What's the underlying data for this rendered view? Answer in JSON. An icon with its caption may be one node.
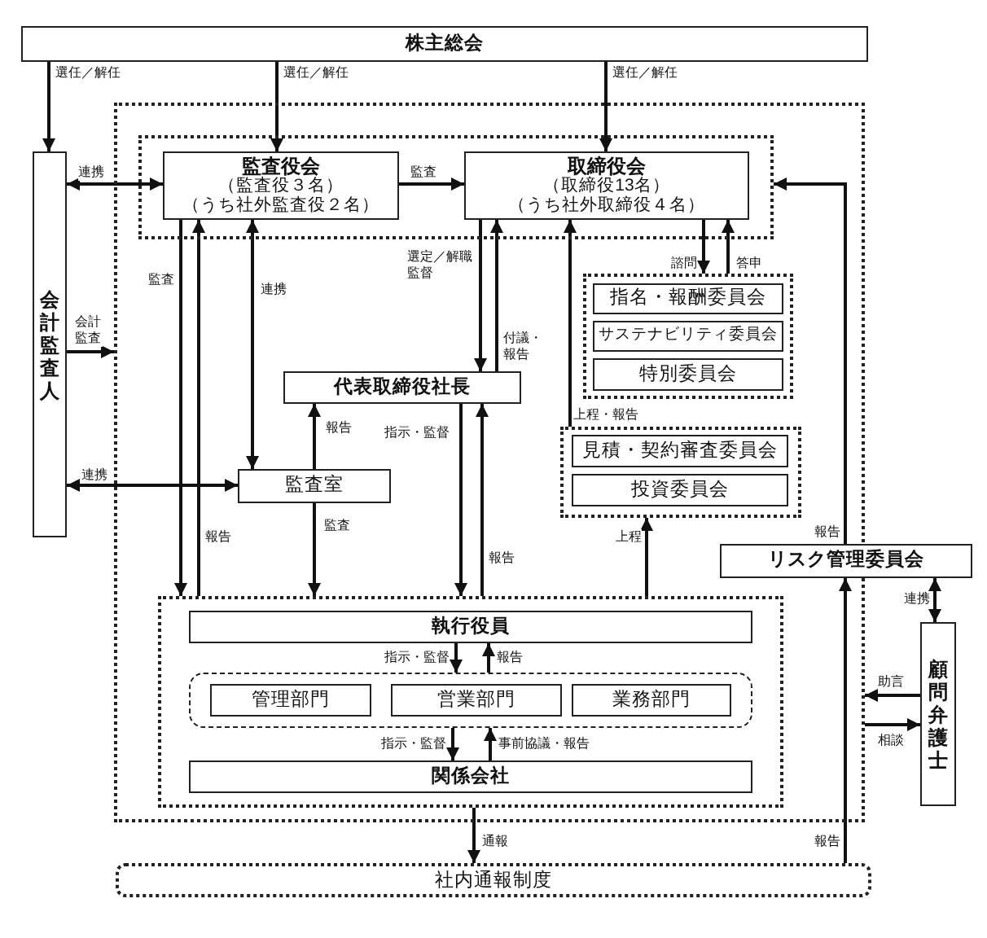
{
  "diagram": {
    "nodes": [
      {
        "text": [
          "株主総会"
        ]
      },
      {
        "text": [],
        "shape": "box"
      },
      {
        "text": [],
        "shape": "box",
        "in": 1
      },
      {
        "text": [
          "監査役会",
          "（監査役３名）",
          "（うち社外監査役２名）"
        ],
        "in": 2
      },
      {
        "text": [
          "取締役会",
          "（取締役13名）",
          "（うち社外取締役４名）"
        ],
        "in": 2
      },
      {
        "text": [
          "会計監査人"
        ]
      },
      {
        "text": [],
        "shape": "box",
        "in": 1
      },
      {
        "text": [
          "指名・報酬委員会"
        ],
        "in": 6
      },
      {
        "text": [
          "サステナビリティ委員会"
        ],
        "in": 6
      },
      {
        "text": [
          "特別委員会"
        ],
        "in": 6
      },
      {
        "text": [
          "代表取締役社長"
        ],
        "in": 1
      },
      {
        "text": [],
        "shape": "box",
        "in": 1
      },
      {
        "text": [
          "見積・契約審査委員会"
        ],
        "in": 11
      },
      {
        "text": [
          "投資委員会"
        ],
        "in": 11
      },
      {
        "text": [
          "監査室"
        ],
        "in": 1
      },
      {
        "text": [
          "リスク管理委員会"
        ]
      },
      {
        "text": [],
        "shape": "box",
        "in": 1
      },
      {
        "text": [
          "執行役員"
        ],
        "in": 16
      },
      {
        "text": [],
        "shape": "box",
        "in": 16
      },
      {
        "text": [
          "管理部門"
        ],
        "in": 18
      },
      {
        "text": [
          "営業部門"
        ],
        "in": 18
      },
      {
        "text": [
          "業務部門"
        ],
        "in": 18
      },
      {
        "text": [
          "関係会社"
        ],
        "in": 16
      },
      {
        "text": [
          "社内通報制度"
        ]
      },
      {
        "text": [
          "顧問弁護士"
        ]
      }
    ],
    "edges": [
      {
        "from": 0,
        "to": 5,
        "arrow": "to",
        "label": "選任／解任"
      },
      {
        "from": 0,
        "to": 3,
        "arrow": "to",
        "label": "選任／解任"
      },
      {
        "from": 0,
        "to": 4,
        "arrow": "to",
        "label": "選任／解任"
      },
      {
        "from": 5,
        "to": 3,
        "arrow": "both",
        "label": "連携"
      },
      {
        "from": 3,
        "to": 4,
        "arrow": "to",
        "label": "監査"
      },
      {
        "from": 5,
        "to": 1,
        "arrow": "to",
        "label": "会計監査"
      },
      {
        "from": 5,
        "to": 14,
        "arrow": "both",
        "label": "連携"
      },
      {
        "from": 3,
        "to": 16,
        "arrow": "to",
        "label": "監査"
      },
      {
        "from": 16,
        "to": 3,
        "arrow": "to",
        "label": "報告"
      },
      {
        "from": 3,
        "to": 14,
        "arrow": "both",
        "label": "連携"
      },
      {
        "from": 4,
        "to": 10,
        "arrow": "to",
        "label": "選定／解職監督"
      },
      {
        "from": 10,
        "to": 4,
        "arrow": "to",
        "label": "付議・報告"
      },
      {
        "from": 4,
        "to": 6,
        "arrow": "to",
        "label": "諮問"
      },
      {
        "from": 6,
        "to": 4,
        "arrow": "to",
        "label": "答申"
      },
      {
        "from": 14,
        "to": 10,
        "arrow": "to",
        "label": "報告"
      },
      {
        "from": 14,
        "to": 16,
        "arrow": "to",
        "label": "監査"
      },
      {
        "from": 10,
        "to": 16,
        "arrow": "to",
        "label": "指示・監督"
      },
      {
        "from": 16,
        "to": 10,
        "arrow": "to",
        "label": "報告"
      },
      {
        "from": 11,
        "to": 4,
        "arrow": "to",
        "label": "上程・報告"
      },
      {
        "from": 16,
        "to": 11,
        "arrow": "to",
        "label": "上程"
      },
      {
        "from": 15,
        "to": 2,
        "arrow": "to",
        "label": "報告"
      },
      {
        "from": 23,
        "to": 15,
        "arrow": "to",
        "label": "報告"
      },
      {
        "from": 15,
        "to": 24,
        "arrow": "both",
        "label": "連携"
      },
      {
        "from": 24,
        "to": 1,
        "arrow": "to",
        "label": "助言"
      },
      {
        "from": 1,
        "to": 24,
        "arrow": "to",
        "label": "相談"
      },
      {
        "from": 17,
        "to": 18,
        "arrow": "to",
        "label": "指示・監督"
      },
      {
        "from": 18,
        "to": 17,
        "arrow": "to",
        "label": "報告"
      },
      {
        "from": 18,
        "to": 22,
        "arrow": "to",
        "label": "指示・監督"
      },
      {
        "from": 22,
        "to": 18,
        "arrow": "to",
        "label": "事前協議・報告"
      },
      {
        "from": 16,
        "to": 23,
        "arrow": "to",
        "label": "通報"
      }
    ]
  }
}
